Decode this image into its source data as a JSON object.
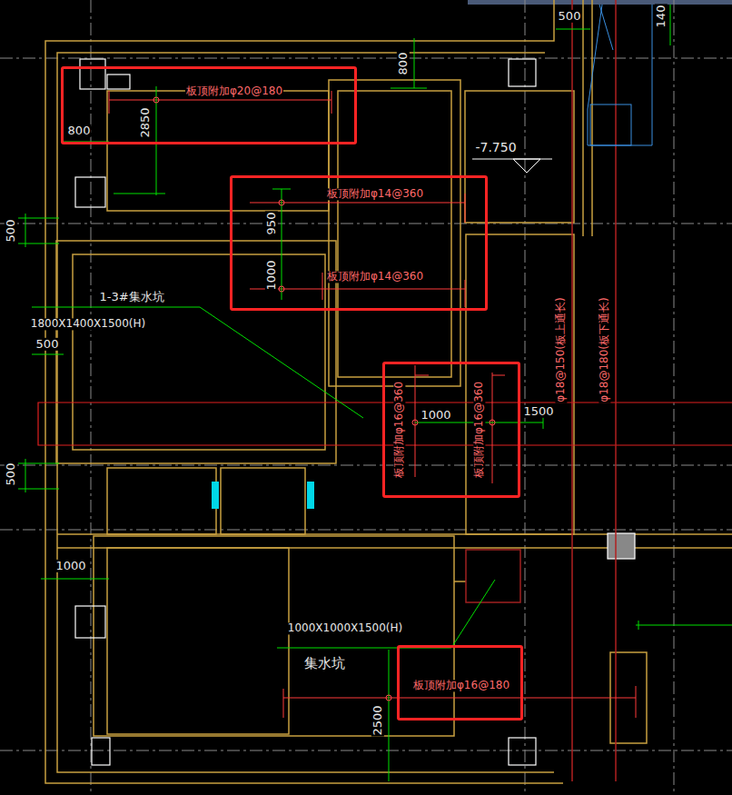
{
  "diagram": {
    "nodes": [
      {
        "text": [
          "板顶附加φ20@180",
          "2850",
          "800"
        ]
      },
      {
        "text": [
          "板顶附加φ14@360",
          "950",
          "1000",
          "板顶附加φ14@360"
        ]
      },
      {
        "text": [
          "板顶附加φ16@360",
          "1000",
          "板顶附加φ16@360"
        ]
      },
      {
        "text": [
          "板顶附加φ16@180"
        ]
      }
    ],
    "labels": [
      "500",
      "140",
      "800",
      "-7.750",
      "500",
      "1-3#集水坑",
      "1800X1400X1500(H)",
      "500",
      "1500",
      "φ18@150(板上通长)",
      "φ18@180(板下通长)",
      "500",
      "1000",
      "1000X1000X1500(H)",
      "集水坑",
      "2500"
    ]
  }
}
